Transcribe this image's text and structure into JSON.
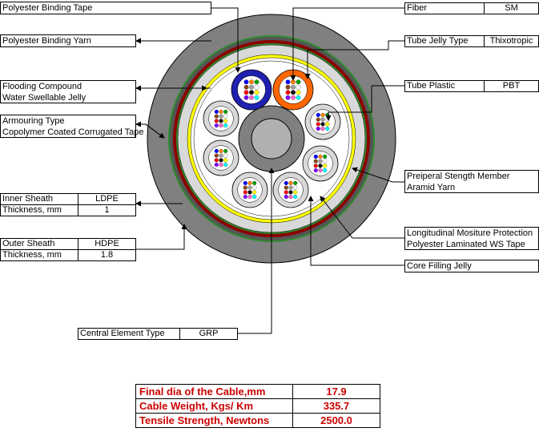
{
  "left_labels": {
    "binding_tape": "Polyester Binding Tape",
    "binding_yarn": "Polyester Binding Yarn",
    "flooding_compound": "Flooding Compound",
    "water_swellable_jelly": "Water Swellable Jelly",
    "armouring_type": "Armouring Type",
    "armouring_value": "Copolymer Coated Corrugated Tape",
    "inner_sheath": "Inner Sheath",
    "inner_sheath_value": "LDPE",
    "inner_thickness": "Thickness, mm",
    "inner_thickness_value": "1",
    "outer_sheath": "Outer Sheath",
    "outer_sheath_value": "HDPE",
    "outer_thickness": "Thickness, mm",
    "outer_thickness_value": "1.8",
    "central_element": "Central Element Type",
    "central_element_value": "GRP"
  },
  "right_labels": {
    "fiber": "Fiber",
    "fiber_value": "SM",
    "tube_jelly": "Tube Jelly Type",
    "tube_jelly_value": "Thixotropic",
    "tube_plastic": "Tube Plastic",
    "tube_plastic_value": "PBT",
    "strength_member": "Preiperal Stength Member",
    "strength_member_value": "Aramid Yarn",
    "long_protection": "Longitudinal Mositure Protection",
    "long_protection_value": "Polyester Laminated WS Tape",
    "core_filling": "Core Filling Jelly"
  },
  "summary": [
    {
      "label": "Final dia of the Cable,mm",
      "value": "17.9"
    },
    {
      "label": "Cable Weight, Kgs/ Km",
      "value": "335.7"
    },
    {
      "label": "Tensile Strength, Newtons",
      "value": "2500.0"
    }
  ],
  "colors": {
    "outer_sheath": "#808080",
    "armour_green": "#2e8b2e",
    "armour_red": "#8b0000",
    "inner_sheath": "#d9d9d9",
    "yellow_tape": "#ffff00",
    "central": "#808080",
    "tube_blue": "#2020b0",
    "tube_orange": "#ff6600",
    "summary_text": "#cc0000"
  }
}
